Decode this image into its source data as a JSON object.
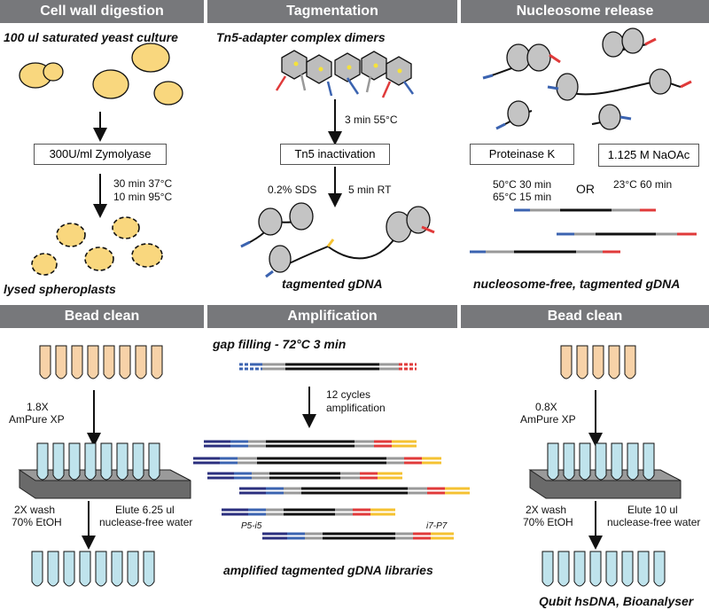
{
  "headers": {
    "cell_wall": "Cell wall digestion",
    "tagmentation": "Tagmentation",
    "nucleosome": "Nucleosome release",
    "bead_clean_1": "Bead clean",
    "amplification": "Amplification",
    "bead_clean_2": "Bead clean"
  },
  "cell_wall": {
    "culture": "100 ul saturated yeast culture",
    "enzyme": "300U/ml Zymolyase",
    "cond1": "30 min 37°C",
    "cond2": "10 min 95°C",
    "result": "lysed spheroplasts"
  },
  "tagmentation": {
    "complex": "Tn5-adapter complex dimers",
    "step1": "3 min 55°C",
    "inactivation": "Tn5 inactivation",
    "sds": "0.2% SDS",
    "rt": "5 min RT",
    "result": "tagmented gDNA"
  },
  "nucleosome": {
    "protk": "Proteinase K",
    "naoac": "1.125 M NaOAc",
    "cond1": "50°C 30 min",
    "cond2": "65°C 15 min",
    "or": "OR",
    "cond3": "23°C 60 min",
    "result": "nucleosome-free, tagmented gDNA"
  },
  "bead_clean_1": {
    "ratio": "1.8X",
    "beads": "AmPure XP",
    "wash1": "2X wash",
    "wash2": "70% EtOH",
    "elute1": "Elute 6.25 ul",
    "elute2": "nuclease-free water"
  },
  "amplification": {
    "gap": "gap filling - 72°C 3 min",
    "cycles1": "12 cycles",
    "cycles2": "amplification",
    "p5": "P5-i5",
    "p7": "i7-P7",
    "result": "amplified tagmented gDNA libraries"
  },
  "bead_clean_2": {
    "ratio": "0.8X",
    "beads": "AmPure XP",
    "wash1": "2X wash",
    "wash2": "70% EtOH",
    "elute1": "Elute 10 ul",
    "elute2": "nuclease-free water",
    "result": "Qubit hsDNA, Bioanalyser"
  },
  "colors": {
    "header": "#77787b",
    "yeast": "#f9d77e",
    "tube_orange": "#f7d2a8",
    "tube_blue": "#bfe3ec",
    "dna_blue": "#3b63b0",
    "dna_red": "#e03a3a",
    "dna_yellow": "#f5c232",
    "dna_navy": "#2b2f7e"
  }
}
